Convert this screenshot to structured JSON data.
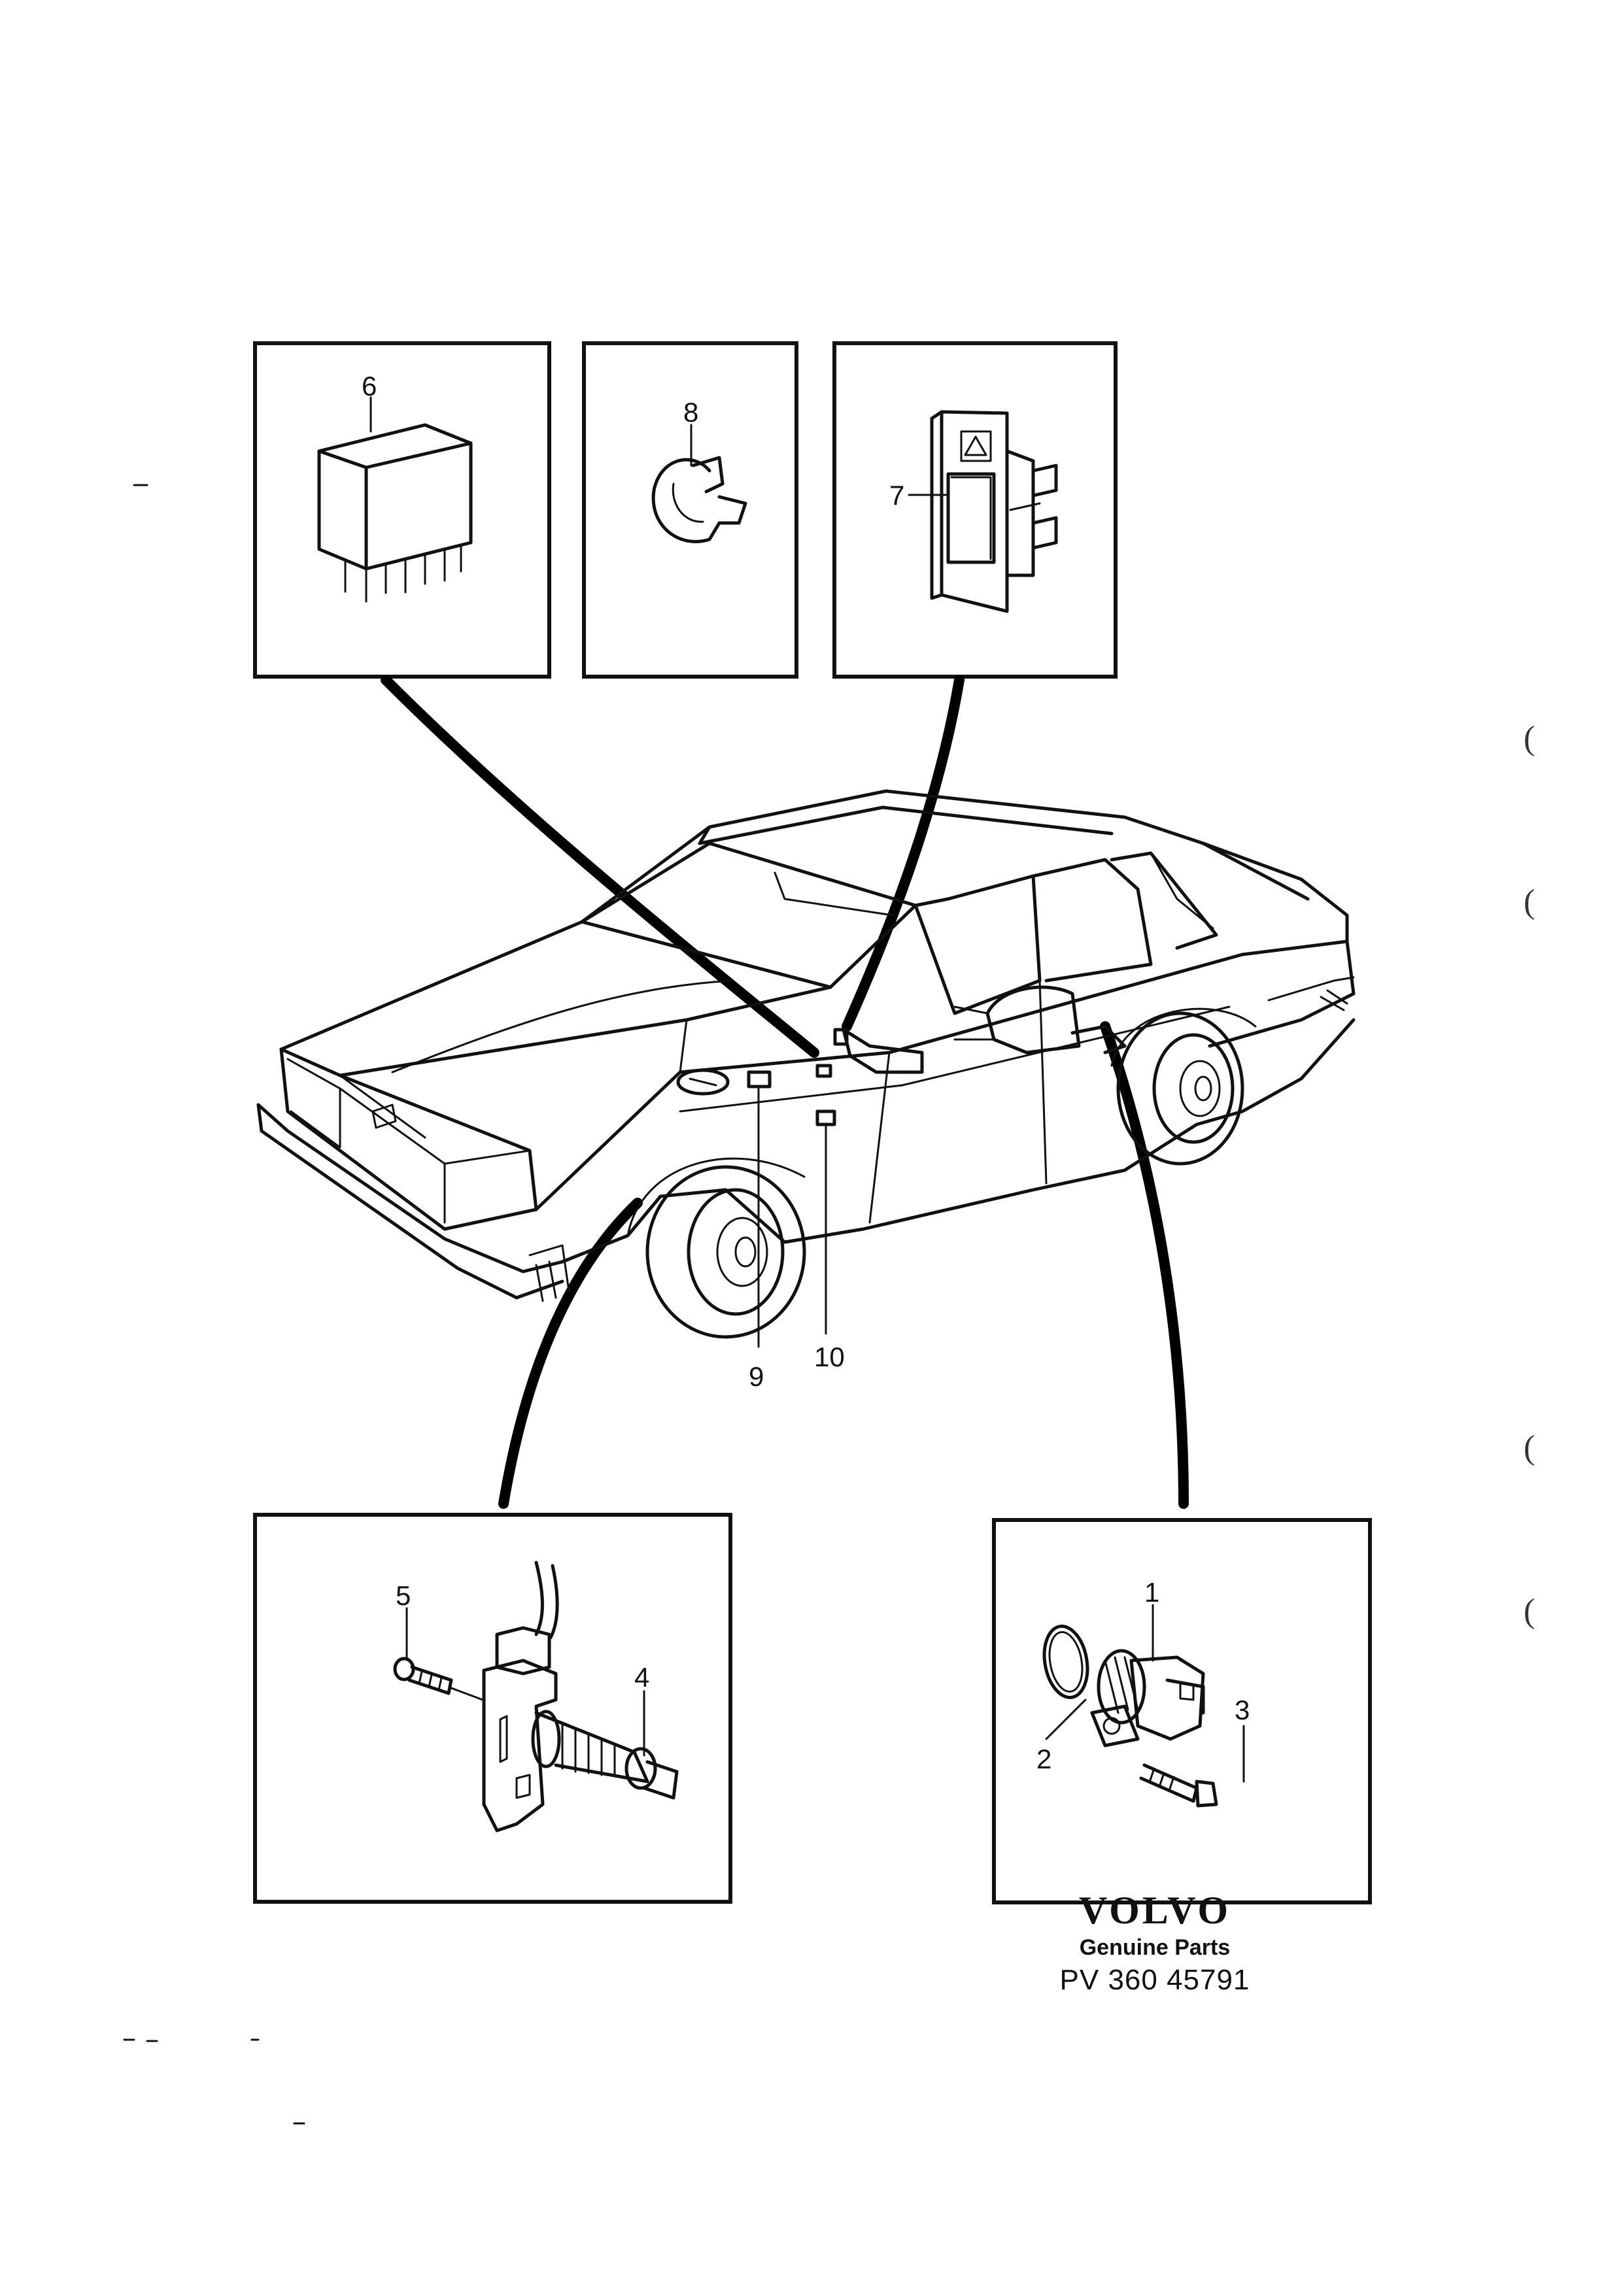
{
  "callouts": {
    "c1": "1",
    "c2": "2",
    "c3": "3",
    "c4": "4",
    "c5": "5",
    "c6": "6",
    "c7": "7",
    "c8": "8",
    "c9": "9",
    "c10": "10"
  },
  "brand": {
    "logo": "VOLVO",
    "subtitle": "Genuine Parts",
    "code": "PV 360 45791"
  },
  "margin_marks": [
    "(",
    "(",
    "(",
    "("
  ]
}
